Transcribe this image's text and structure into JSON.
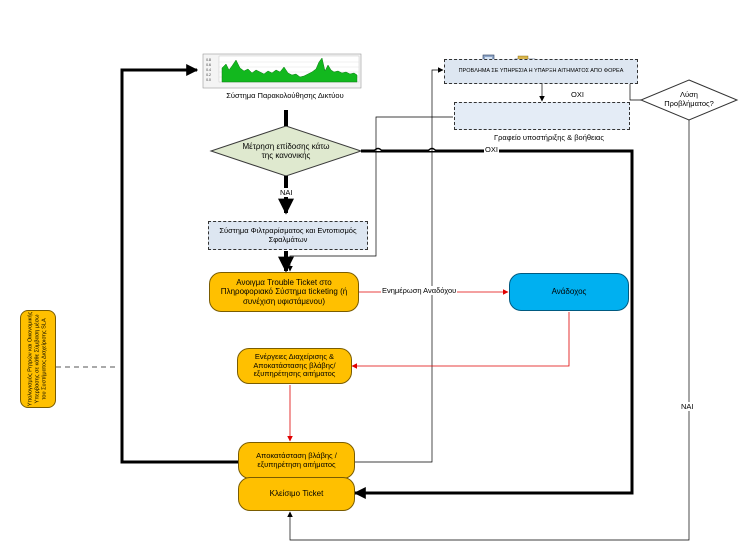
{
  "monitor": {
    "label": "Σύστημα Παρακολούθησης Δικτύου",
    "chart_axis": [
      "0.8",
      "0.6",
      "0.4",
      "0.2",
      "0.0"
    ]
  },
  "decision_measure": {
    "text": "Μέτρηση επίδοσης κάτω της κανονικής"
  },
  "edge_labels": {
    "yes_1": "ΝΑΙ",
    "no_1": "ΟΧΙ",
    "no_2": "ΟΧΙ",
    "yes_2": "ΝΑΙ",
    "contractor_update": "Ενημέρωση Αναδόχου"
  },
  "filter_box": {
    "text": "Σύστημα Φιλτραρίσματος και Εντοπισμός Σφαλμάτων"
  },
  "open_ticket": {
    "text": "Ανοιγμα Trouble Ticket στο Πληροφοριακό Σύστημα ticketing (ή συνέχιση υφιστάμενου)"
  },
  "contractor": {
    "text": "Ανάδοχος"
  },
  "actions": {
    "text": "Ενέργειες Διαχείρισης & Αποκατάστασης βλάβης/ εξυπηρέτησης αιτήματος"
  },
  "restore": {
    "text": "Αποκατάσταση βλάβης / εξυπηρέτηση αιτήματος"
  },
  "close_ticket": {
    "text": "Κλείσιμο Ticket"
  },
  "problem_box": {
    "text": "ΠΡΟΒΛΗΜΑ ΣΕ ΥΠΗΡΕΣΙΑ Η ΥΠΑΡΞΗ ΑΙΤΗΜΑΤΟΣ ΑΠΟ ΦΟΡΕΑ"
  },
  "helpdesk": {
    "label": "Γραφείο υποστήριξης & βοήθειας"
  },
  "decision_solution": {
    "text": "Λύση Προβλήματος?"
  },
  "side_note": {
    "text": "Υπολογισμός Ρητρών και Οικονομικής Υπερβασης σε κάθε Σύμβαση μέσω του Συστήματος Διαχείρισης SLA"
  }
}
